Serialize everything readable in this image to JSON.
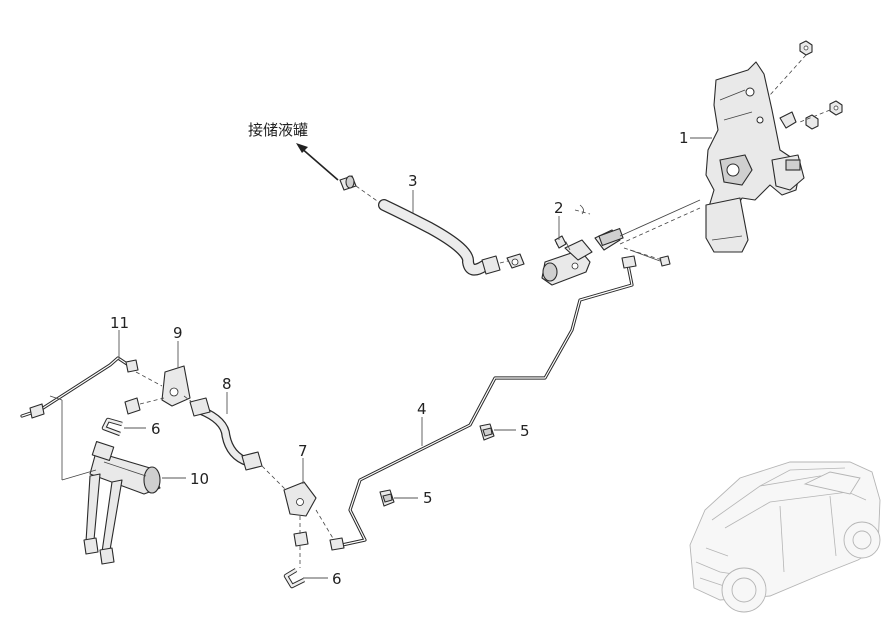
{
  "annotation": "接储液罐",
  "callouts": [
    {
      "id": "c1",
      "label": "1"
    },
    {
      "id": "c2",
      "label": "2"
    },
    {
      "id": "c3",
      "label": "3"
    },
    {
      "id": "c4",
      "label": "4"
    },
    {
      "id": "c5a",
      "label": "5"
    },
    {
      "id": "c5b",
      "label": "5"
    },
    {
      "id": "c6a",
      "label": "6"
    },
    {
      "id": "c6b",
      "label": "6"
    },
    {
      "id": "c7",
      "label": "7"
    },
    {
      "id": "c8",
      "label": "8"
    },
    {
      "id": "c9",
      "label": "9"
    },
    {
      "id": "c10",
      "label": "10"
    },
    {
      "id": "c11",
      "label": "11"
    }
  ]
}
